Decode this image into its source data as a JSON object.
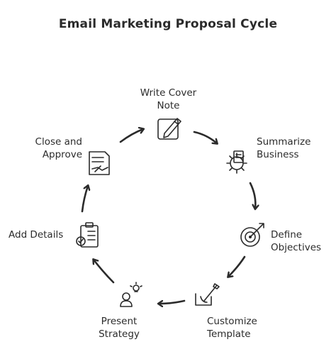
{
  "title": "Email Marketing Proposal Cycle",
  "steps": [
    {
      "label": "Write Cover\nNote",
      "icon": "pencil-note-icon"
    },
    {
      "label": "Summarize\nBusiness",
      "icon": "business-gear-icon"
    },
    {
      "label": "Define\nObjectives",
      "icon": "target-arrow-icon"
    },
    {
      "label": "Customize\nTemplate",
      "icon": "brush-template-icon"
    },
    {
      "label": "Present\nStrategy",
      "icon": "presenter-lightbulb-icon"
    },
    {
      "label": "Add Details",
      "icon": "checklist-clipboard-icon"
    },
    {
      "label": "Close and\nApprove",
      "icon": "contract-handshake-icon"
    }
  ]
}
